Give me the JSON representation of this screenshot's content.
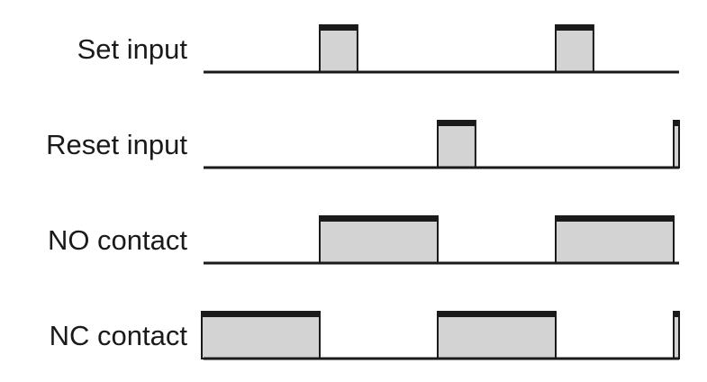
{
  "diagram": {
    "colors": {
      "line": "#1a1a1a",
      "pulse_fill": "#d3d3d3",
      "pulse_top": "#1a1a1a",
      "label": "#1a1a1a"
    },
    "signals": [
      {
        "label": "Set input",
        "high_intervals": [
          [
            0.25,
            0.33
          ],
          [
            0.75,
            0.83
          ]
        ]
      },
      {
        "label": "Reset input",
        "high_intervals": [
          [
            0.5,
            0.58
          ],
          [
            1.0,
            1.08
          ]
        ]
      },
      {
        "label": "NO contact",
        "high_intervals": [
          [
            0.25,
            0.5
          ],
          [
            0.75,
            1.0
          ]
        ]
      },
      {
        "label": "NC contact",
        "high_intervals": [
          [
            0.0,
            0.25
          ],
          [
            0.5,
            0.75
          ],
          [
            1.0,
            1.25
          ]
        ]
      }
    ]
  }
}
